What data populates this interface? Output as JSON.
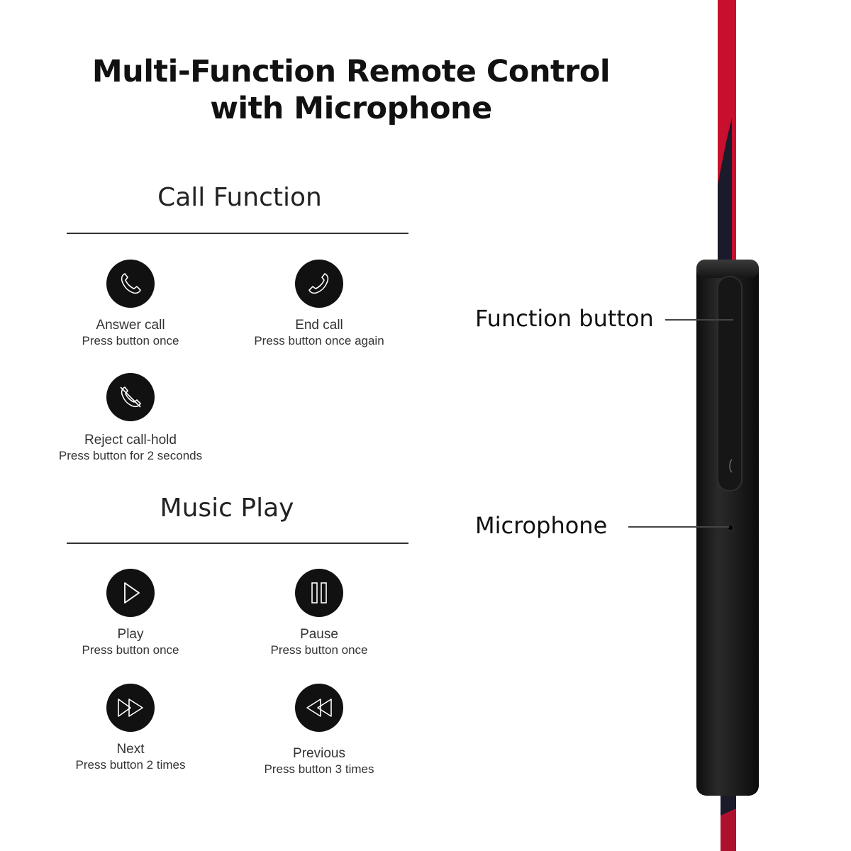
{
  "title": {
    "line1": "Multi-Function Remote Control",
    "line2": "with Microphone"
  },
  "call_section": {
    "heading": "Call Function",
    "items": [
      {
        "label": "Answer call",
        "sub": "Press button once",
        "icon": "phone-icon"
      },
      {
        "label": "End call",
        "sub": "Press button once again",
        "icon": "phone-hangup-icon"
      },
      {
        "label": "Reject call-hold",
        "sub": "Press button for 2 seconds",
        "icon": "phone-reject-icon"
      }
    ]
  },
  "music_section": {
    "heading": "Music Play",
    "items": [
      {
        "label": "Play",
        "sub": "Press button once",
        "icon": "play-icon"
      },
      {
        "label": "Pause",
        "sub": "Press button once",
        "icon": "pause-icon"
      },
      {
        "label": "Next",
        "sub": "Press button 2 times",
        "icon": "fast-forward-icon"
      },
      {
        "label": "Previous",
        "sub": "Press button 3 times",
        "icon": "rewind-icon"
      }
    ]
  },
  "callouts": {
    "function_button": "Function button",
    "microphone": "Microphone"
  },
  "colors": {
    "cable_red": "#c8102e",
    "cable_black": "#1a1a2a",
    "remote_body": "#1c1c1c",
    "icon_bg": "#111111"
  }
}
